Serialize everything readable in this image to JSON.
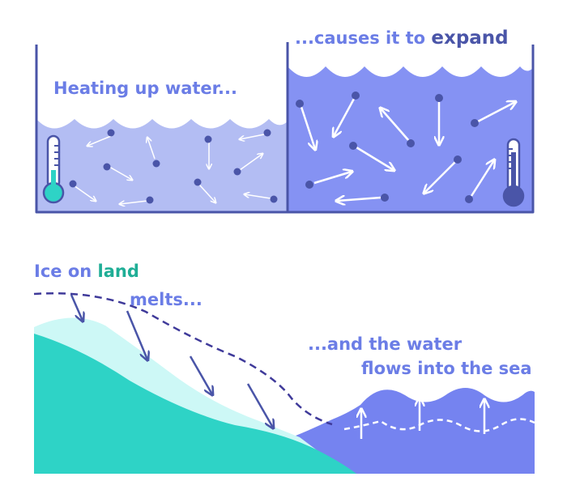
{
  "top": {
    "caption_left": "Heating up water...",
    "caption_right_prefix": "...causes it to ",
    "caption_right_emphasis": "expand"
  },
  "bottom": {
    "caption_ice_prefix": "Ice on ",
    "caption_ice_land": "land",
    "caption_melts": "melts...",
    "caption_water_line1": "...and the water",
    "caption_water_line2": "flows into the sea"
  },
  "colors": {
    "outline": "#4a55a8",
    "cool_water": "#b3bdf3",
    "warm_water": "#8592f3",
    "text_light": "#6b7de6",
    "text_dark": "#4a55a8",
    "land": "#2ed3c6",
    "ice": "#cdf8f6",
    "sea": "#7583f0",
    "thermometer_cool": "#2ed3c6",
    "thermometer_warm": "#4a55a8"
  }
}
